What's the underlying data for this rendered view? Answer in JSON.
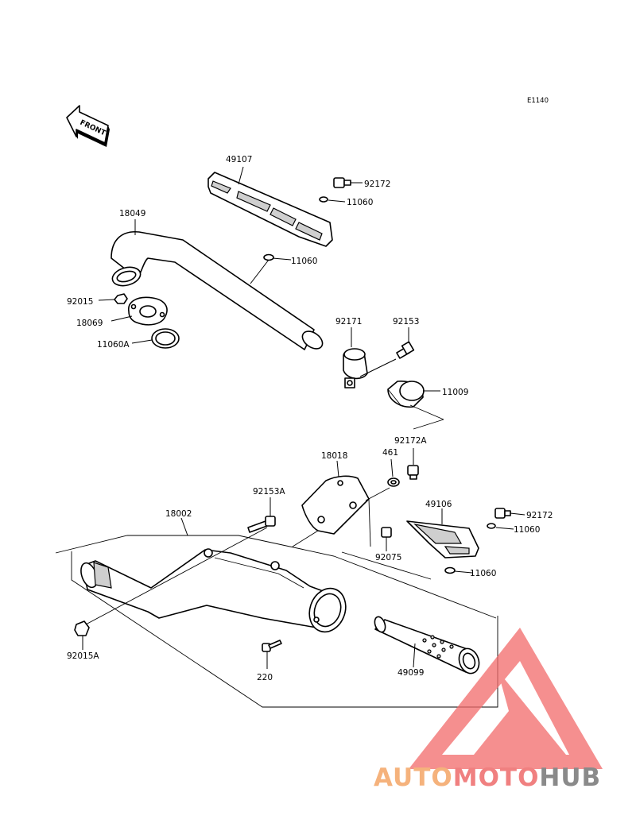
{
  "diagram_code": "E1140",
  "front_label": "FRONT",
  "parts": {
    "p49107": "49107",
    "p92172_top": "92172",
    "p11060_a": "11060",
    "p18049": "18049",
    "p11060_b": "11060",
    "p92015": "92015",
    "p18069": "18069",
    "p11060A": "11060A",
    "p92171": "92171",
    "p92153": "92153",
    "p11009": "11009",
    "p92172A": "92172A",
    "p18018": "18018",
    "p461": "461",
    "p92153A": "92153A",
    "p49106": "49106",
    "p92172_mid": "92172",
    "p18002": "18002",
    "p11060_c": "11060",
    "p92075": "92075",
    "p11060_d": "11060",
    "p92015A": "92015A",
    "p220": "220",
    "p49099": "49099"
  },
  "watermark": {
    "part1": "AUTO",
    "part2": "MOTO",
    "part3": "HUB",
    "color1": "#f5b27c",
    "color2": "#f08080",
    "color3": "#8a8a8a"
  }
}
